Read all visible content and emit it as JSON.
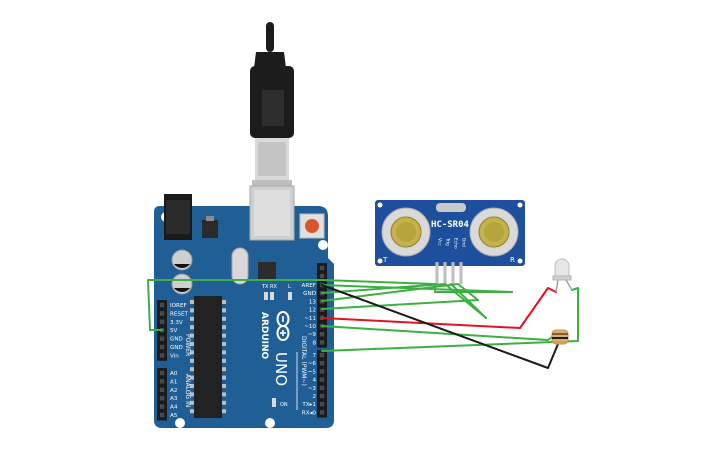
{
  "board": {
    "brand": "ARDUINO",
    "model": "UNO",
    "color": "#1f5f96",
    "power_header_label": "POWER",
    "analog_header_label": "ANALOG IN",
    "digital_header_label": "DIGITAL (PWM~)",
    "power_pins": [
      "IOREF",
      "RESET",
      "3.3V",
      "5V",
      "GND",
      "GND",
      "Vin"
    ],
    "analog_pins": [
      "A0",
      "A1",
      "A2",
      "A3",
      "A4",
      "A5"
    ],
    "digital_upper_pins": [
      "AREF",
      "GND",
      "13",
      "12",
      "~11",
      "~10",
      "~9",
      "8"
    ],
    "digital_lower_pins": [
      "7",
      "~6",
      "~5",
      "4",
      "~3",
      "2",
      "TX▸1",
      "RX◂0"
    ],
    "tx_label": "TX",
    "rx_label": "RX",
    "on_label": "ON",
    "l_label": "L"
  },
  "sensor": {
    "label": "HC-SR04",
    "pins": [
      "Vcc",
      "Trig",
      "Echo",
      "Gnd"
    ],
    "t_label": "T",
    "r_label": "R",
    "color": "#1d4f9c"
  },
  "components": {
    "led_color": "#e6e6e6",
    "resistor_color": "#d7b07a"
  },
  "wire_colors": {
    "green": "#3cb043",
    "red": "#e0141e",
    "black": "#1a1a1a"
  }
}
